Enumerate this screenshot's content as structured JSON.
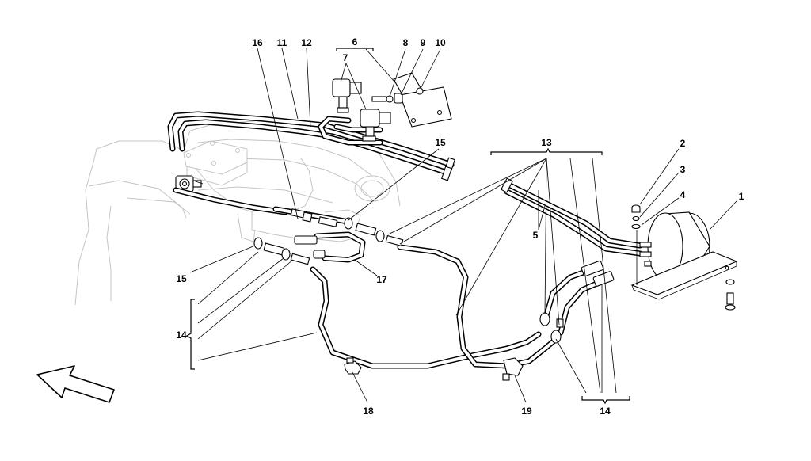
{
  "diagram": {
    "labels": {
      "l1": "1",
      "l2": "2",
      "l3": "3",
      "l4": "4",
      "l5": "5",
      "l6": "6",
      "l7": "7",
      "l8": "8",
      "l9": "9",
      "l10": "10",
      "l11": "11",
      "l12": "12",
      "l13": "13",
      "l14a": "14",
      "l14b": "14",
      "l15a": "15",
      "l15b": "15",
      "l16": "16",
      "l17": "17",
      "l18": "18",
      "l19": "19"
    },
    "icons": {
      "front_arrow": "direction-arrow-icon"
    }
  }
}
